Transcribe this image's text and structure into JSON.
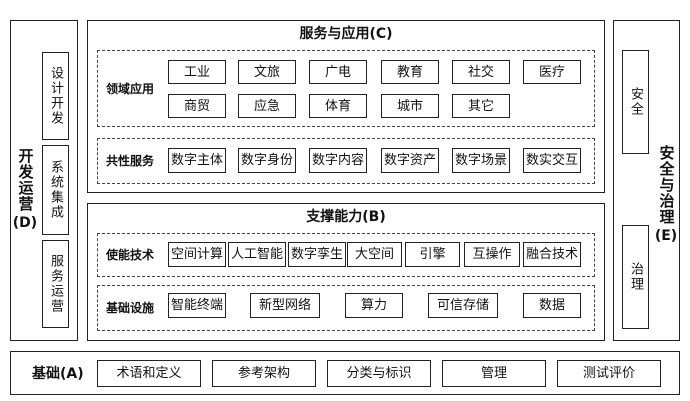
{
  "dev_ops": {
    "title_top": "开发运营",
    "title_bottom": "(D)",
    "items": [
      "设计开发",
      "系统集成",
      "服务运营"
    ]
  },
  "services": {
    "title": "服务与应用(C)",
    "domain_apps": {
      "label": "领域应用",
      "row1": [
        "工业",
        "文旅",
        "广电",
        "教育",
        "社交",
        "医疗"
      ],
      "row2": [
        "商贸",
        "应急",
        "体育",
        "城市",
        "其它"
      ]
    },
    "common_services": {
      "label": "共性服务",
      "items": [
        "数字主体",
        "数字身份",
        "数字内容",
        "数字资产",
        "数字场景",
        "数实交互"
      ]
    }
  },
  "support": {
    "title": "支撑能力(B)",
    "enabling_tech": {
      "label": "使能技术",
      "items": [
        "空间计算",
        "人工智能",
        "数字孪生",
        "大空间",
        "引擎",
        "互操作",
        "融合技术"
      ]
    },
    "infrastructure": {
      "label": "基础设施",
      "items": [
        "智能终端",
        "新型网络",
        "算力",
        "可信存储",
        "数据"
      ]
    }
  },
  "security": {
    "title_top": "安全与治理",
    "title_bottom": "(E)",
    "items": [
      "安全",
      "治理"
    ]
  },
  "foundation": {
    "label": "基础(A)",
    "items": [
      "术语和定义",
      "参考架构",
      "分类与标识",
      "管理",
      "测试评价"
    ]
  }
}
